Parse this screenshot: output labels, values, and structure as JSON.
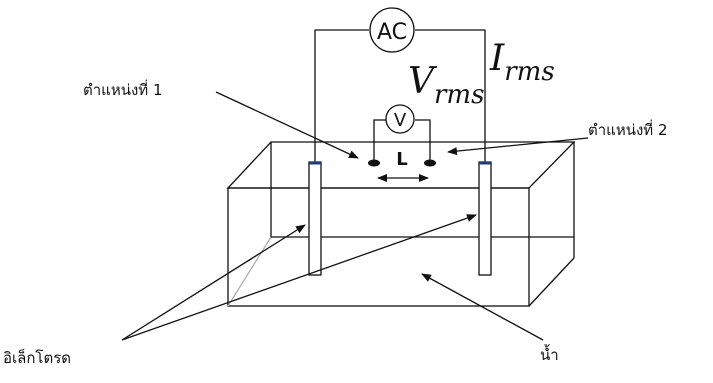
{
  "labels": {
    "position1": "ตำแหน่งที่ 1",
    "position2": "ตำแหน่งที่ 2",
    "electrodes": "อิเล็กโตรด",
    "water": "น้ำ",
    "ammeter": "AC",
    "voltmeter": "V",
    "distance": "L"
  },
  "formulas": {
    "voltage": {
      "base": "V",
      "sub": "rms"
    },
    "current": {
      "base": "I",
      "sub": "rms"
    }
  }
}
